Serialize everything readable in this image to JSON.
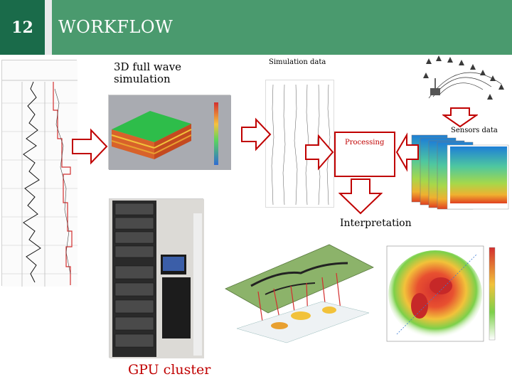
{
  "slide": {
    "number": "12",
    "title": "WORKFLOW"
  },
  "labels": {
    "simulation": "3D full wave\nsimulation",
    "simulation_data": "Simulation data",
    "sensors_data": "Sensors data",
    "processing": "Processing",
    "interpretation": "Interpretation",
    "gpu_cluster": "GPU cluster"
  },
  "colors": {
    "header_dark": "#1a6b4a",
    "header_green": "#4a9a6e",
    "arrow_red": "#c00000"
  }
}
